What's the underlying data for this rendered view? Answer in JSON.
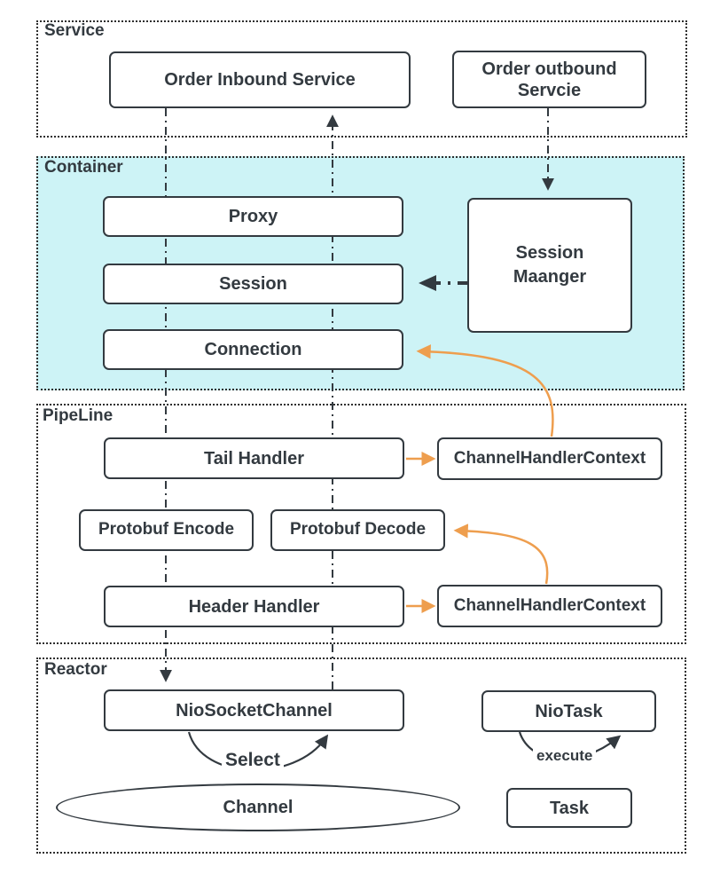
{
  "colors": {
    "container_bg": "#cdf3f6",
    "stroke_dark": "#333a40",
    "arrow_orange": "#ee9e4e",
    "dot_border": "#2e2e2e",
    "box_bg": "#ffffff"
  },
  "sections": {
    "service": {
      "label": "Service"
    },
    "container": {
      "label": "Container"
    },
    "pipeline": {
      "label": "PipeLine"
    },
    "reactor": {
      "label": "Reactor"
    }
  },
  "nodes": {
    "order_inbound": {
      "label": "Order Inbound Service"
    },
    "order_outbound": {
      "label": "Order outbound Servcie"
    },
    "proxy": {
      "label": "Proxy"
    },
    "session": {
      "label": "Session"
    },
    "connection": {
      "label": "Connection"
    },
    "session_manager": {
      "label": "Session Maanger"
    },
    "tail_handler": {
      "label": "Tail Handler"
    },
    "channel_handler_context_top": {
      "label": "ChannelHandlerContext"
    },
    "protobuf_encode": {
      "label": "Protobuf Encode"
    },
    "protobuf_decode": {
      "label": "Protobuf Decode"
    },
    "header_handler": {
      "label": "Header Handler"
    },
    "channel_handler_context_bottom": {
      "label": "ChannelHandlerContext"
    },
    "nio_socket_channel": {
      "label": "NioSocketChannel"
    },
    "nio_task": {
      "label": "NioTask"
    },
    "channel": {
      "label": "Channel"
    },
    "task": {
      "label": "Task"
    }
  },
  "edge_labels": {
    "select": "Select",
    "execute": "execute"
  }
}
